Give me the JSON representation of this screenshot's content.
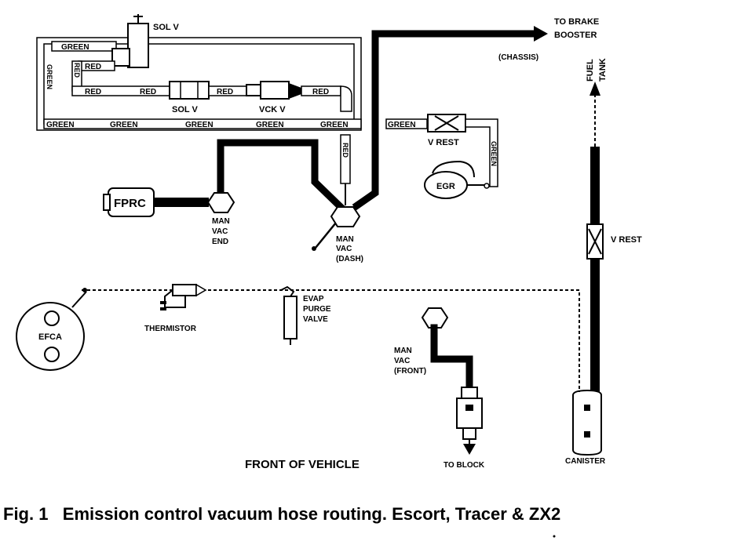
{
  "labels": {
    "sol_v_top": "SOL V",
    "sol_v_mid": "SOL V",
    "vck_v": "VCK V",
    "to_brake": "TO BRAKE",
    "booster": "BOOSTER",
    "chassis": "(CHASSIS)",
    "fuel": "FUEL",
    "tank": "TANK",
    "v_rest_top": "V REST",
    "egr": "EGR",
    "fprc": "FPRC",
    "man_vac_end": [
      "MAN",
      "VAC",
      "END"
    ],
    "man_vac_dash": [
      "MAN",
      "VAC",
      "(DASH)"
    ],
    "v_rest_right": "V REST",
    "efca": "EFCA",
    "thermistor": "THERMISTOR",
    "evap": [
      "EVAP",
      "PURGE",
      "VALVE"
    ],
    "man_vac_front": [
      "MAN",
      "VAC",
      "(FRONT)"
    ],
    "to_block": "TO BLOCK",
    "canister": "CANISTER",
    "front_of_vehicle": "FRONT OF VEHICLE",
    "caption": "Fig. 1   Emission control vacuum hose routing. Escort, Tracer & ZX2"
  },
  "hose_labels": {
    "green_top": "GREEN",
    "red_upper": "RED",
    "red_vertical": "RED",
    "green_left_vertical": "GREEN",
    "red_row1": "RED",
    "red_row2": "RED",
    "red_row3": "RED",
    "red_row4": "RED",
    "green_bottom": [
      "GREEN",
      "GREEN",
      "GREEN",
      "GREEN",
      "GREEN"
    ],
    "red_drop": "RED",
    "green_vrest": "GREEN",
    "green_egr_vertical": "GREEN"
  }
}
